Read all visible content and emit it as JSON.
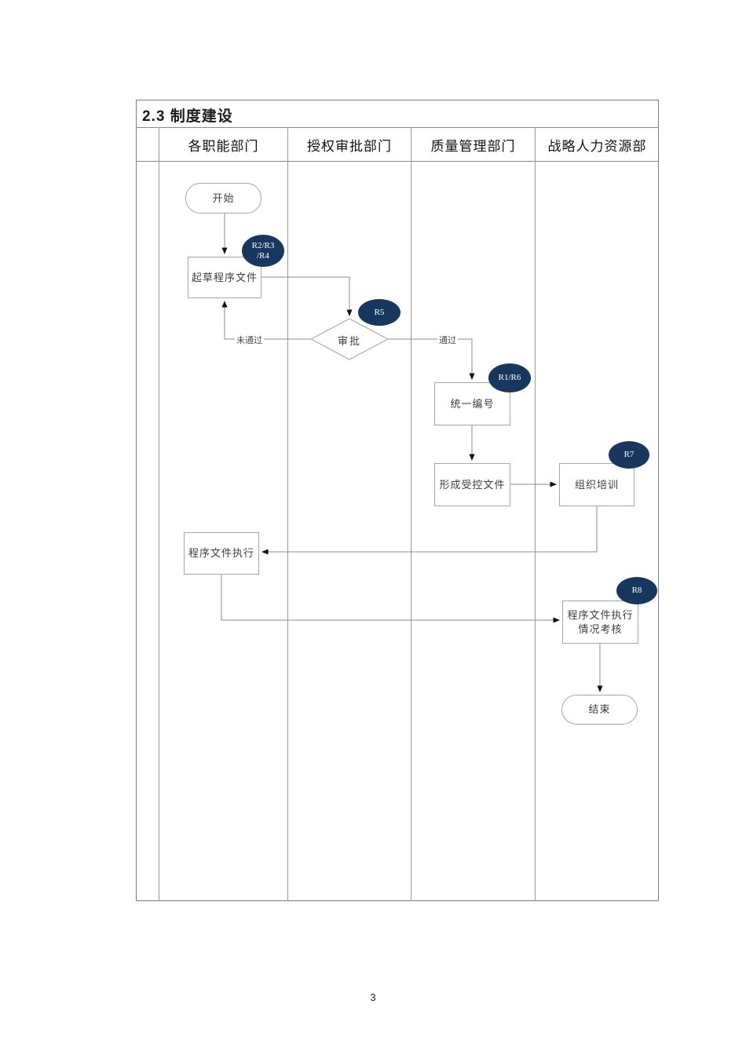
{
  "document": {
    "title": "2.3 制度建设",
    "page_number": "3"
  },
  "flowchart": {
    "lanes": [
      "各职能部门",
      "授权审批部门",
      "质量管理部门",
      "战略人力资源部"
    ],
    "nodes": {
      "start": {
        "label": "开始",
        "type": "terminator"
      },
      "draft": {
        "label": "起草程序文件",
        "type": "process"
      },
      "approve": {
        "label": "审批",
        "type": "decision"
      },
      "numbering": {
        "label": "统一编号",
        "type": "process"
      },
      "controlled": {
        "label": "形成受控文件",
        "type": "process"
      },
      "training": {
        "label": "组织培训",
        "type": "process"
      },
      "execution": {
        "label": "程序文件执行",
        "type": "process"
      },
      "assessment": {
        "label": "程序文件执行情况考核",
        "type": "process"
      },
      "end": {
        "label": "结束",
        "type": "terminator"
      }
    },
    "edge_labels": {
      "rejected": "未通过",
      "approved": "通过"
    },
    "badges": {
      "draft": "R2/R3\n/R4",
      "approve": "R5",
      "numbering": "R1/R6",
      "training": "R7",
      "assessment": "R8"
    },
    "colors": {
      "badge_fill": "#17375e",
      "badge_text": "#ffffff"
    }
  }
}
